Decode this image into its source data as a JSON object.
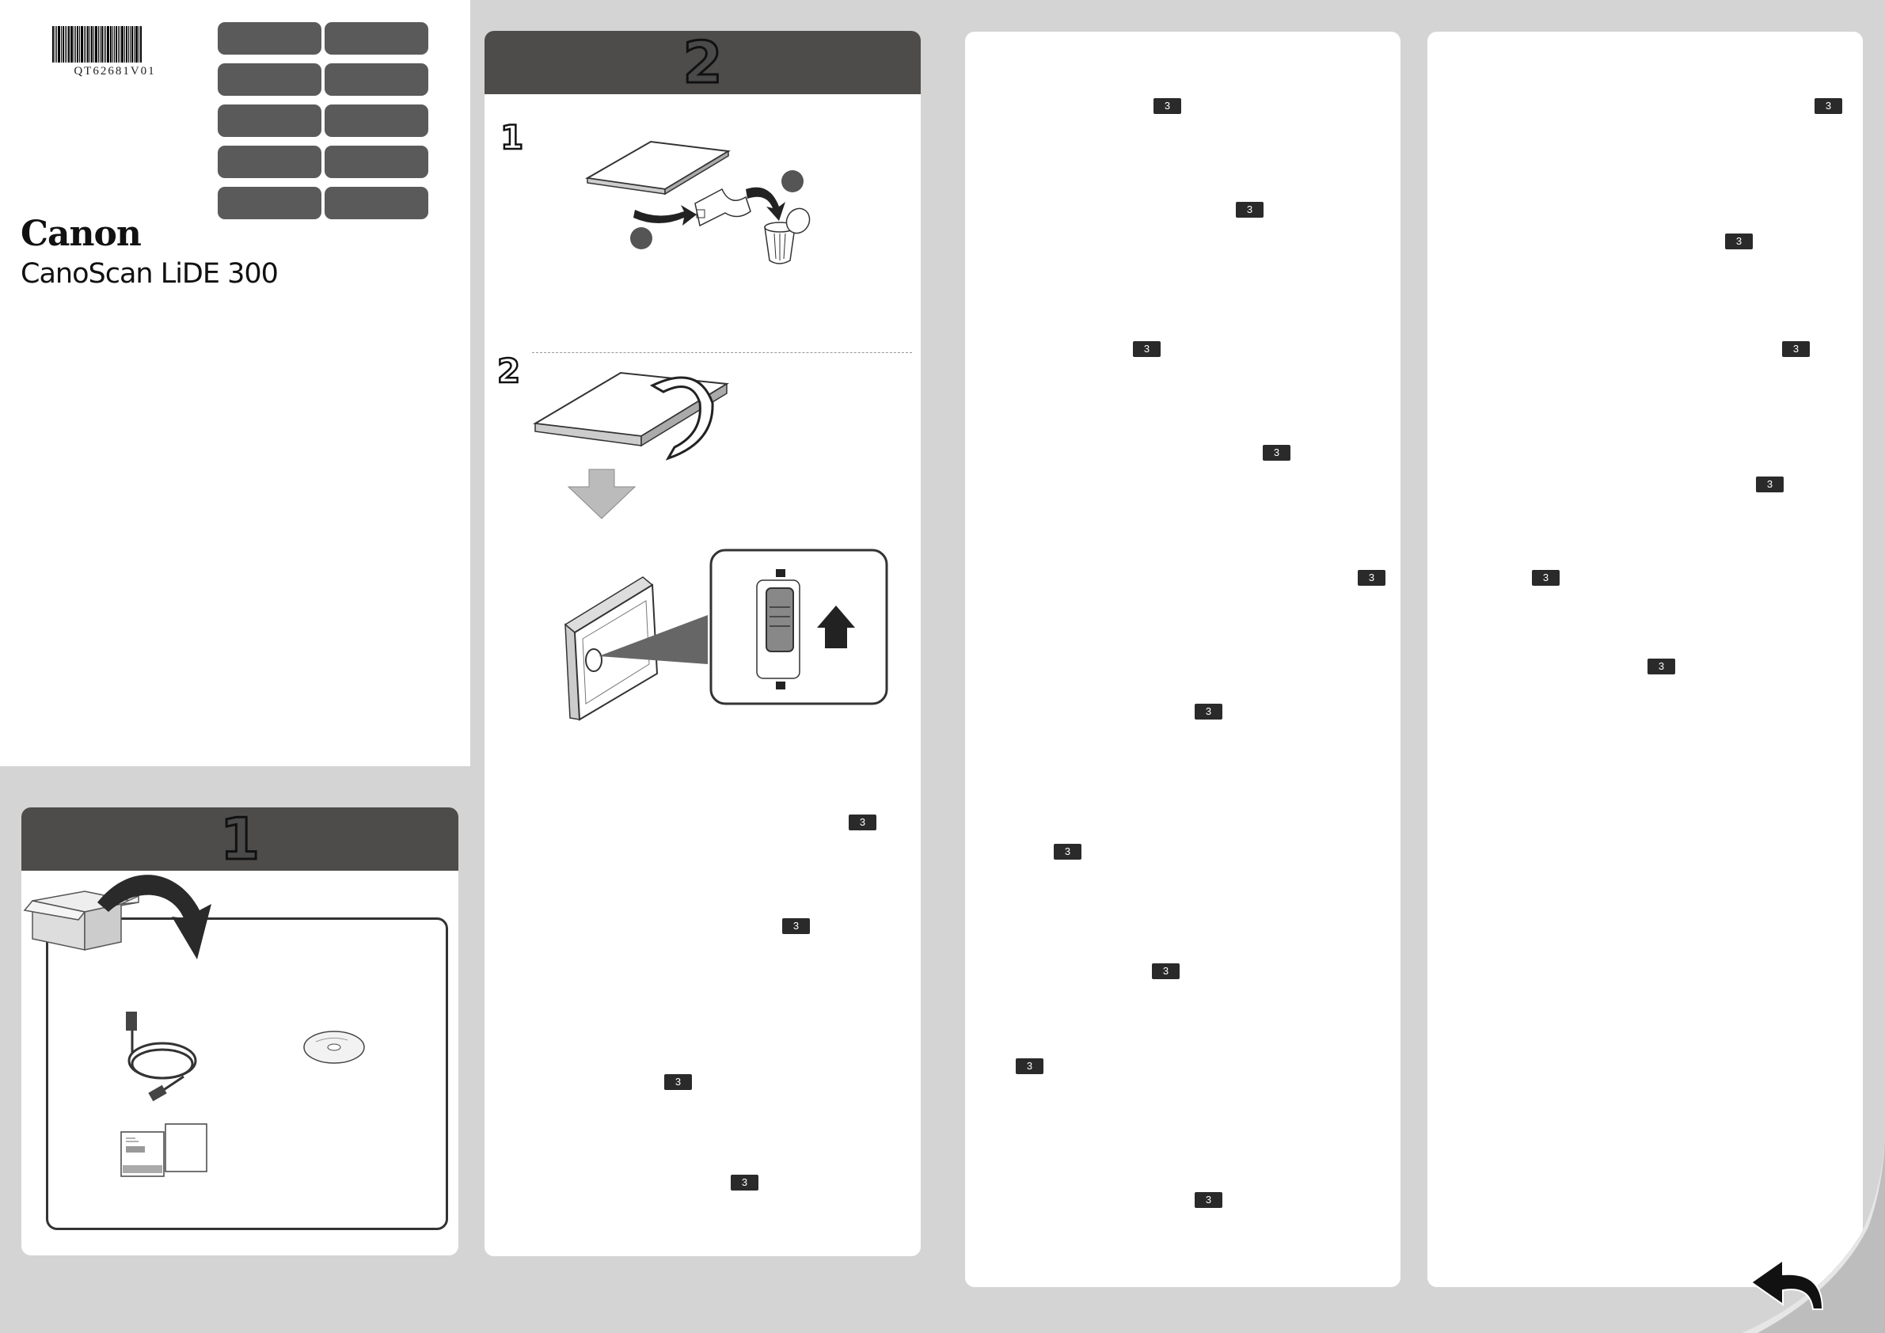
{
  "cover": {
    "barcode_text": "QT62681V01",
    "brand": "Canon",
    "model": "CanoScan LiDE 300"
  },
  "step1": {
    "number": "1"
  },
  "step2": {
    "number": "2",
    "substeps": [
      "1",
      "2"
    ]
  },
  "page_ref_label": "3",
  "icons": [
    "barcode",
    "scanner",
    "tape",
    "trash-bin",
    "arrow-down",
    "lock-switch",
    "arrow-up",
    "box",
    "usb-cable",
    "cd-rom",
    "documents",
    "page-turn-arrow"
  ]
}
